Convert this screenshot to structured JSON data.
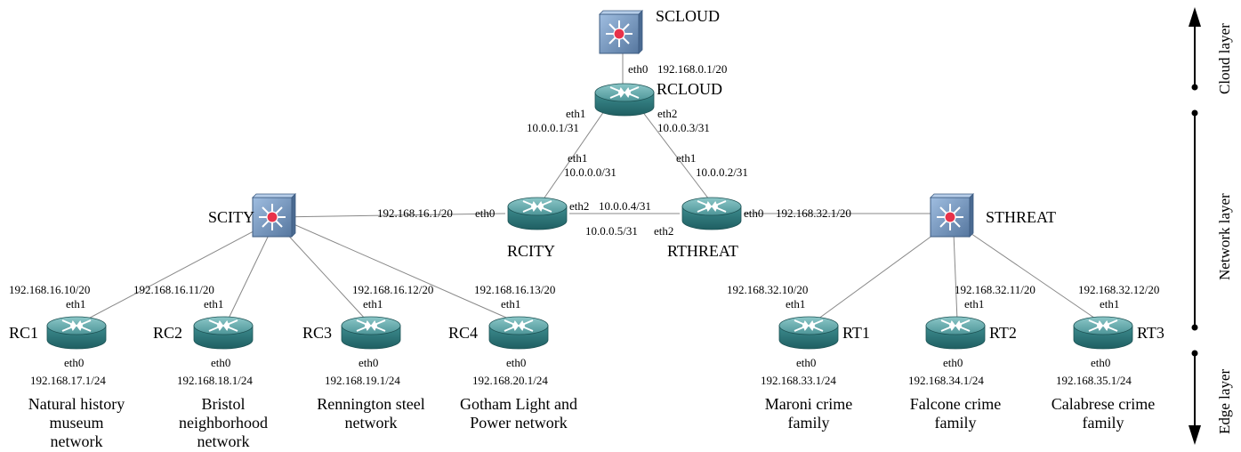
{
  "switches": {
    "scloud": {
      "name": "SCLOUD"
    },
    "scity": {
      "name": "SCITY"
    },
    "sthreat": {
      "name": "STHREAT"
    }
  },
  "routers": {
    "rcloud": {
      "name": "RCLOUD"
    },
    "rcity": {
      "name": "RCITY"
    },
    "rthreat": {
      "name": "RTHREAT"
    },
    "rc1": {
      "name": "RC1",
      "eth1_label": "eth1",
      "eth1_ip": "192.168.16.10/20",
      "eth0_label": "eth0",
      "eth0_ip": "192.168.17.1/24",
      "network": [
        "Natural history",
        "museum",
        "network"
      ]
    },
    "rc2": {
      "name": "RC2",
      "eth1_label": "eth1",
      "eth1_ip": "192.168.16.11/20",
      "eth0_label": "eth0",
      "eth0_ip": "192.168.18.1/24",
      "network": [
        "Bristol",
        "neighborhood",
        "network"
      ]
    },
    "rc3": {
      "name": "RC3",
      "eth1_label": "eth1",
      "eth1_ip": "192.168.16.12/20",
      "eth0_label": "eth0",
      "eth0_ip": "192.168.19.1/24",
      "network": [
        "Rennington steel",
        "network"
      ]
    },
    "rc4": {
      "name": "RC4",
      "eth1_label": "eth1",
      "eth1_ip": "192.168.16.13/20",
      "eth0_label": "eth0",
      "eth0_ip": "192.168.20.1/24",
      "network": [
        "Gotham Light and",
        "Power network"
      ]
    },
    "rt1": {
      "name": "RT1",
      "eth1_label": "eth1",
      "eth1_ip": "192.168.32.10/20",
      "eth0_label": "eth0",
      "eth0_ip": "192.168.33.1/24",
      "network": [
        "Maroni crime",
        "family"
      ]
    },
    "rt2": {
      "name": "RT2",
      "eth1_label": "eth1",
      "eth1_ip": "192.168.32.11/20",
      "eth0_label": "eth0",
      "eth0_ip": "192.168.34.1/24",
      "network": [
        "Falcone crime",
        "family"
      ]
    },
    "rt3": {
      "name": "RT3",
      "eth1_label": "eth1",
      "eth1_ip": "192.168.32.12/20",
      "eth0_label": "eth0",
      "eth0_ip": "192.168.35.1/24",
      "network": [
        "Calabrese crime",
        "family"
      ]
    }
  },
  "links": {
    "rcloud_eth0": {
      "iface": "eth0",
      "ip": "192.168.0.1/20"
    },
    "rcloud_eth1": {
      "iface": "eth1",
      "ip": "10.0.0.1/31"
    },
    "rcloud_eth2": {
      "iface": "eth2",
      "ip": "10.0.0.3/31"
    },
    "rcity_eth1": {
      "iface": "eth1",
      "ip": "10.0.0.0/31"
    },
    "rthreat_eth1": {
      "iface": "eth1",
      "ip": "10.0.0.2/31"
    },
    "rcity_eth0": {
      "iface": "eth0",
      "ip": "192.168.16.1/20"
    },
    "rcity_eth2": {
      "iface": "eth2",
      "ip": "10.0.0.4/31"
    },
    "rthreat_eth2": {
      "iface": "eth2",
      "ip": "10.0.0.5/31"
    },
    "rthreat_eth0": {
      "iface": "eth0",
      "ip": "192.168.32.1/20"
    }
  },
  "layers": {
    "cloud": "Cloud layer",
    "network": "Network layer",
    "edge": "Edge layer"
  },
  "colors": {
    "router_top": "#5fa3a5",
    "router_side": "#2f7d80",
    "switch_body": "#7a9cc4",
    "switch_center": "#e8324a",
    "line": "#888888"
  }
}
